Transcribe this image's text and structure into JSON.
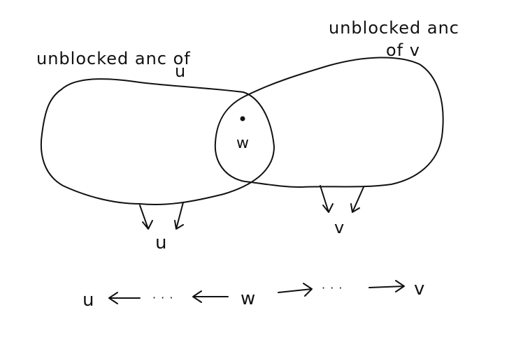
{
  "labels": {
    "u_set_line1": "unblocked anc of",
    "u_set_line2": "u",
    "v_set_line1": "unblocked anc",
    "v_set_line2": "of v",
    "w_node": "w",
    "u_below": "u",
    "v_below": "v"
  },
  "chain": {
    "u": "u",
    "dots_left": "· · ·",
    "w": "w",
    "dots_right": "· · ·",
    "v": "v"
  },
  "colors": {
    "ink": "#111111",
    "paper": "#ffffff"
  }
}
